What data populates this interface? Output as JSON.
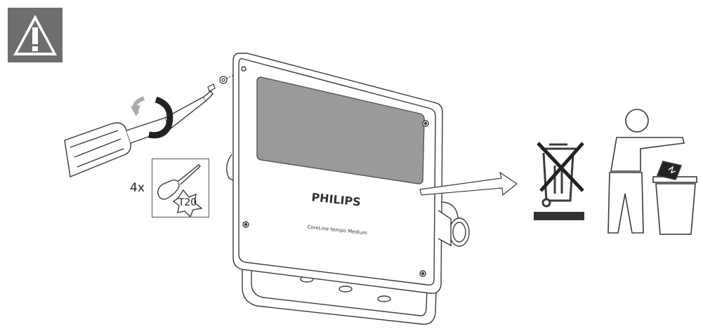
{
  "warning_icon": "warning-triangle-icon",
  "quantity_label": "4x",
  "torx_size_label": "T20",
  "brand_label": "PHILIPS",
  "product_label": "CoreLine tempo Medium",
  "colors": {
    "warning_background": "#6e6e6e",
    "line": "#3a3a3a",
    "lens": "#9a9a9a",
    "bin_bar": "#333333"
  },
  "icons": [
    "warning-triangle-icon",
    "screwdriver-icon",
    "rotate-arrow-icon",
    "torx-tool-icon",
    "crossed-bin-icon",
    "person-disposing-icon",
    "trash-can-icon",
    "arrow-right-icon"
  ]
}
